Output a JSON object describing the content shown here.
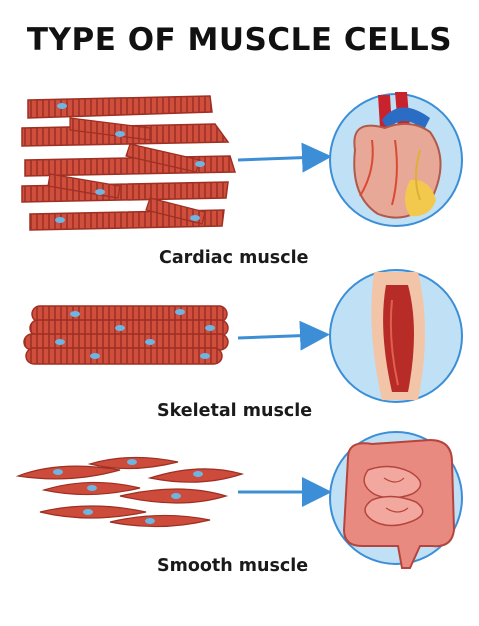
{
  "title": "TYPE OF MUSCLE CELLS",
  "sections": [
    {
      "label": "Cardiac muscle",
      "organ": "heart-icon"
    },
    {
      "label": "Skeletal muscle",
      "organ": "leg-muscle-icon"
    },
    {
      "label": "Smooth muscle",
      "organ": "intestine-icon"
    }
  ],
  "colors": {
    "muscle": "#cc4b3a",
    "muscle_dark": "#9e2f22",
    "nucleus": "#6fb5e4",
    "arrow": "#3c8fd6",
    "circle": "#bfe0f5",
    "circle_stroke": "#3c8fd6"
  }
}
